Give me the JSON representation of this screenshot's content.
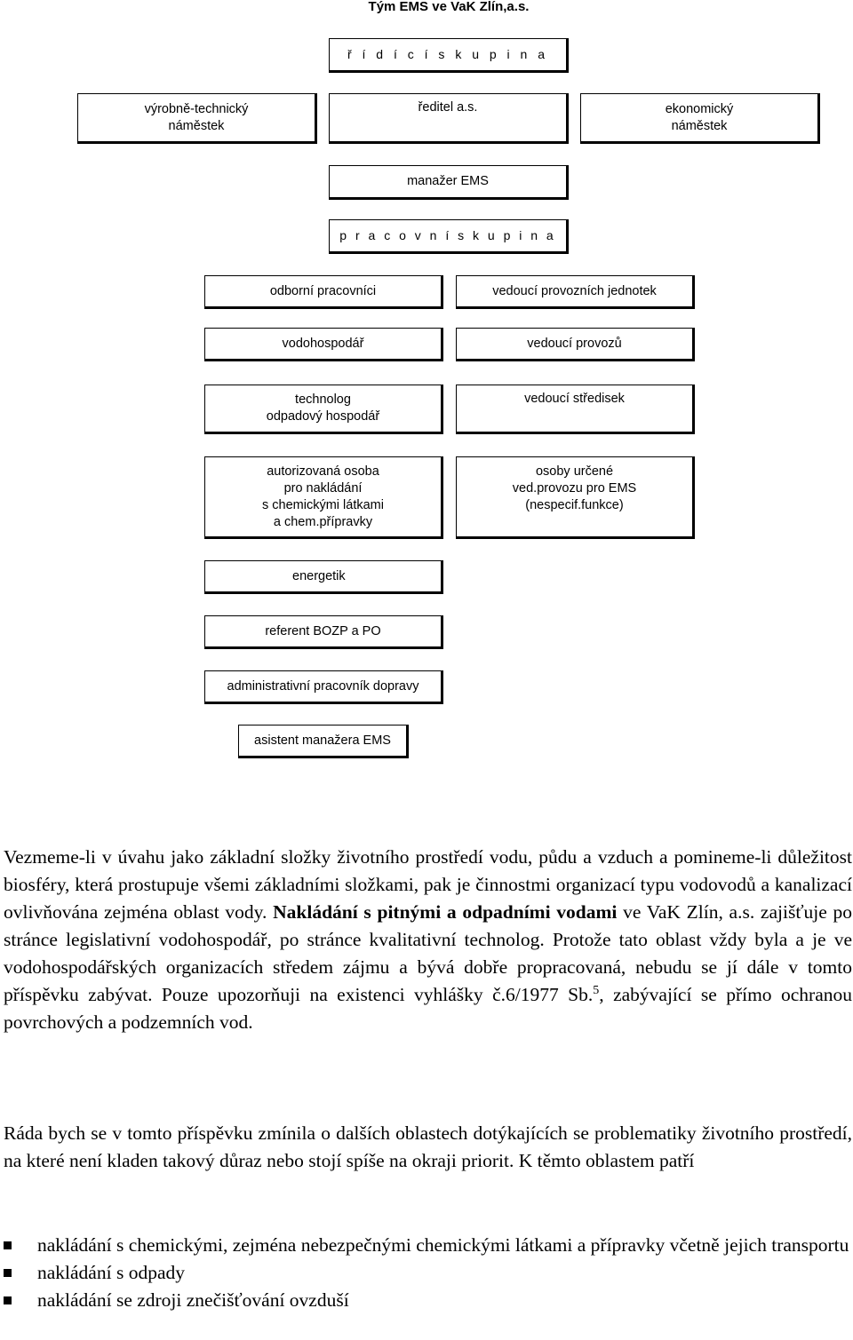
{
  "title": "Tým EMS ve VaK Zlín,a.s.",
  "chart": {
    "ridici_skupina": "ř í d í c í   s k u p i n a",
    "vyrobne_technicky": [
      "výrobně-technický",
      "náměstek"
    ],
    "reditel": "ředitel a.s.",
    "ekonomicky": [
      "ekonomický",
      "náměstek"
    ],
    "manazer": "manažer EMS",
    "pracovni_skupina": "p r a c o v n í   s k u p i n a",
    "odborni": "odborní pracovníci",
    "vedouci_jednotek": "vedoucí provozních jednotek",
    "vodohospodar": "vodohospodář",
    "vedouci_provozu": "vedoucí provozů",
    "technolog": [
      "technolog",
      "odpadový hospodář"
    ],
    "vedouci_stredisek": "vedoucí středisek",
    "autorizovana": [
      "autorizovaná osoba",
      "pro nakládání",
      "s chemickými látkami",
      "a chem.přípravky"
    ],
    "osoby_urcene": [
      "osoby určené",
      "ved.provozu pro EMS",
      "(nespecif.funkce)"
    ],
    "energetik": "energetik",
    "referent": "referent BOZP a PO",
    "administrativni": "administrativní pracovník dopravy",
    "asistent": "asistent manažera EMS"
  },
  "text": {
    "p1_a": "Vezmeme-li v úvahu jako základní složky životního prostředí vodu, půdu a vzduch a pomineme-li důležitost biosféry, která prostupuje všemi základními složkami, pak je činnostmi organizací typu vodovodů a kanalizací ovlivňována zejména oblast vody.",
    "p1_bold": "Nakládání s pitnými a odpadními vodami",
    "p1_b": " ve VaK Zlín, a.s. zajišťuje po stránce legislativní vodohospodář, po stránce kvalitativní technolog. Protože tato oblast vždy byla a je ve vodohospodářských organizacích středem zájmu a bývá dobře propracovaná, nebudu se jí dále v tomto příspěvku  zabývat. Pouze upozorňuji na existenci vyhlášky č.6/1977 Sb.",
    "p1_sup": "5",
    "p1_c": ", zabývající se přímo ochranou povrchových a podzemních vod.",
    "p2": "Ráda bych se v tomto příspěvku zmínila o dalších oblastech dotýkajících se problematiky životního prostředí, na které není kladen takový důraz nebo stojí spíše na okraji priorit. K těmto oblastem patří",
    "bullets": [
      "nakládání s chemickými, zejména nebezpečnými  chemickými látkami a přípravky včetně jejich transportu",
      "nakládání s odpady",
      "nakládání se zdroji znečišťování ovzduší"
    ]
  }
}
